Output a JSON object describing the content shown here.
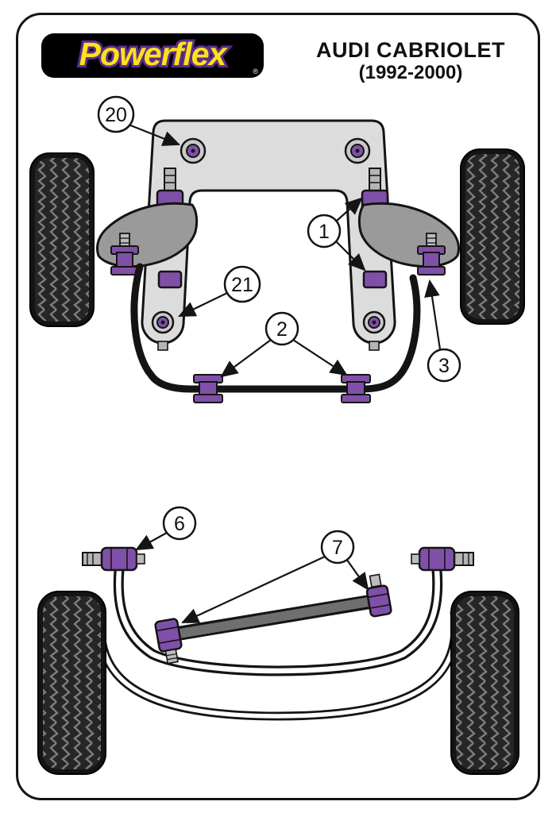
{
  "header": {
    "brand": "Powerflex",
    "registered_mark": "®",
    "model": "AUDI CABRIOLET",
    "years": "(1992-2000)"
  },
  "colors": {
    "bush_purple": "#8050A8",
    "brand_yellow": "#FFE11A",
    "brand_outline_purple": "#5A2D8F",
    "logo_background": "#000000",
    "diagram_ink": "#141414",
    "metal_gray": "#9A9A9A",
    "subframe_gray": "#DCDCDC"
  },
  "callout_labels": {
    "c20": "20",
    "c1": "1",
    "c21": "21",
    "c2": "2",
    "c3": "3",
    "c6": "6",
    "c7": "7"
  }
}
